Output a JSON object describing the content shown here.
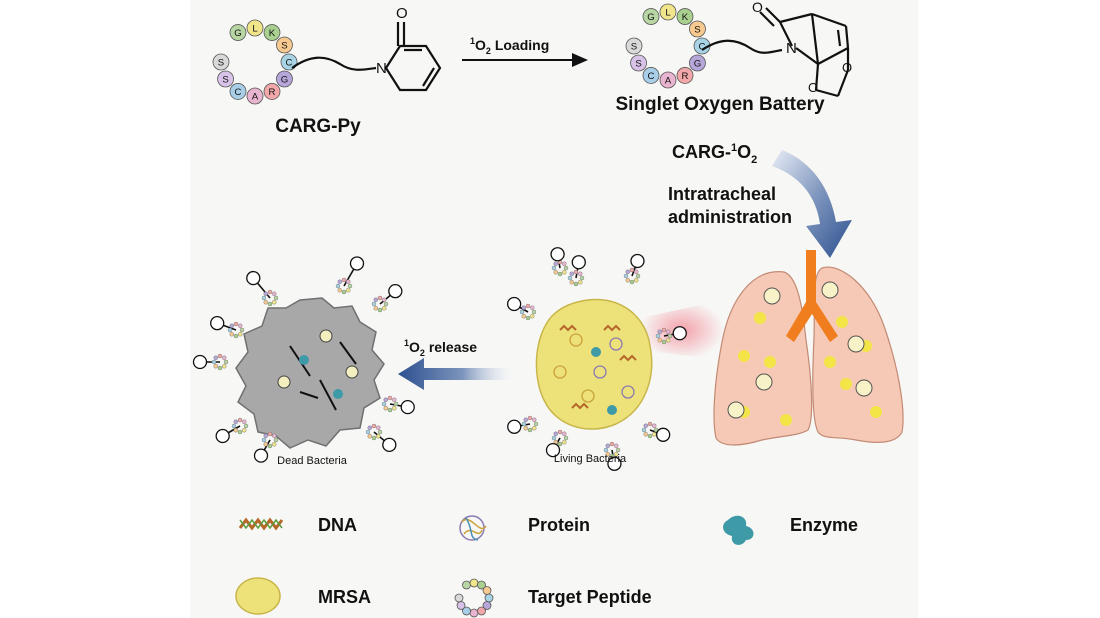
{
  "top": {
    "left_label": "CARG-Py",
    "right_label": "Singlet Oxygen Battery",
    "loading_arrow": {
      "sup": "1",
      "sym": "O",
      "sub": "2",
      "text": "Loading"
    }
  },
  "side": {
    "carg_prefix": "CARG-",
    "carg_sup": "1",
    "carg_sym": "O",
    "carg_sub": "2",
    "admin_line1": "Intratracheal",
    "admin_line2": "administration"
  },
  "middle": {
    "release": {
      "sup": "1",
      "sym": "O",
      "sub": "2",
      "text": "release"
    },
    "dead_label": "Dead Bacteria",
    "living_label": "Living Bacteria"
  },
  "peptide_letters": [
    "G",
    "L",
    "K",
    "S",
    "C",
    "G",
    "R",
    "A",
    "C",
    "S",
    "S"
  ],
  "legend": [
    {
      "key": "dna",
      "label": "DNA"
    },
    {
      "key": "protein",
      "label": "Protein"
    },
    {
      "key": "enzyme",
      "label": "Enzyme"
    },
    {
      "key": "mrsa",
      "label": "MRSA"
    },
    {
      "key": "peptide",
      "label": "Target Peptide"
    }
  ],
  "colors": {
    "arrow_blue": "#2c4f8f",
    "mrsa_yellow": "#ede27a",
    "dead_gray": "#a8a8a8",
    "lung_pink": "#f5c9b5",
    "trachea_orange": "#f07e1e",
    "enzyme_teal": "#3d9aa6"
  }
}
